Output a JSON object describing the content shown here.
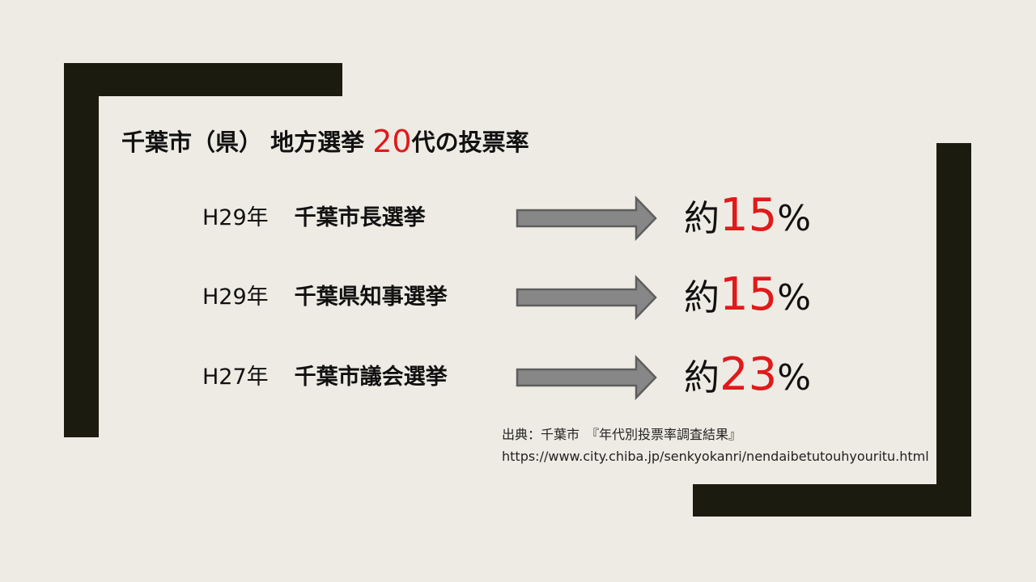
{
  "title": {
    "prefix": "千葉市（県） 地方選挙 ",
    "highlight": "20",
    "suffix": "代の投票率"
  },
  "rows": [
    {
      "year": "H29年",
      "election": "千葉市長選挙",
      "prefix": "約",
      "percent": "15",
      "unit": "%"
    },
    {
      "year": "H29年",
      "election": "千葉県知事選挙",
      "prefix": "約",
      "percent": "15",
      "unit": "%"
    },
    {
      "year": "H27年",
      "election": "千葉市議会選挙",
      "prefix": "約",
      "percent": "23",
      "unit": "%"
    }
  ],
  "source": {
    "line1": "出典：千葉市　『年代別投票率調査結果』",
    "line2": "https://www.city.chiba.jp/senkyokanri/nendaibetutouhyouritu.html"
  },
  "colors": {
    "background": "#eeebe4",
    "frame": "#1b1b10",
    "accent": "#e01a1a",
    "arrow": "#878787"
  }
}
